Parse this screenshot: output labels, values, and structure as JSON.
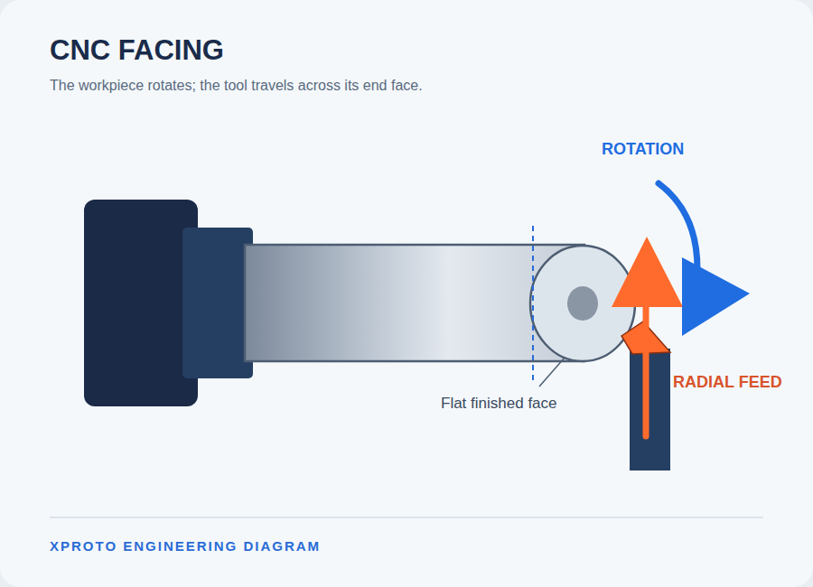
{
  "diagram": {
    "title": "CNC FACING",
    "caption": "The workpiece rotates; the tool travels across its end face.",
    "labels": [
      "ROTATION",
      "RADIAL FEED",
      "Flat finished face",
      "XPROTO ENGINEERING DIAGRAM"
    ]
  }
}
